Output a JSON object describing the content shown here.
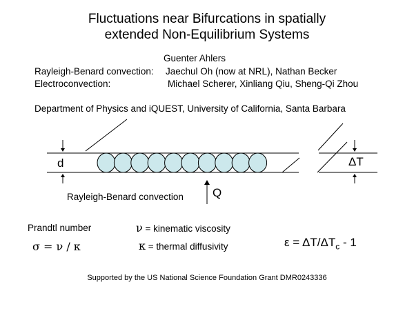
{
  "title": {
    "line1": "Fluctuations near Bifurcations in spatially",
    "line2": "extended Non-Equilibrium Systems"
  },
  "author": "Guenter Ahlers",
  "collaborators": {
    "rb_label": "Rayleigh-Benard convection:",
    "rb_names": "Jaechul Oh (now at NRL), Nathan Becker",
    "ec_label": "Electroconvection:",
    "ec_names": "Michael Scherer, Xinliang Qiu, Sheng-Qi Zhou"
  },
  "affiliation": "Department of Physics and iQUEST, University of California, Santa Barbara",
  "diagram": {
    "d_label": "d",
    "dT_label": "ΔT",
    "q_label": "Q",
    "caption": "Rayleigh-Benard convection",
    "roll_count": 10,
    "roll_fill": "#cce8ec"
  },
  "equations": {
    "prandtl_label": "Prandtl number",
    "sigma_eq": "σ = ν / κ",
    "nu_sym": "ν",
    "nu_desc": "= kinematic viscosity",
    "kappa_sym": "κ",
    "kappa_desc": "= thermal diffusivity",
    "eps_main": "ε = ΔT/ΔT",
    "eps_sub": "c",
    "eps_tail": " - 1"
  },
  "funding": "Supported by the US National Science Foundation Grant DMR0243336"
}
